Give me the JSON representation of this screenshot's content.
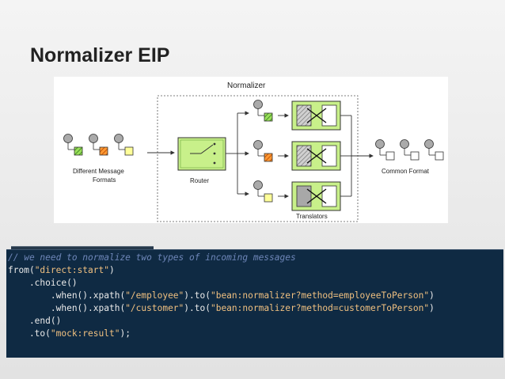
{
  "slide": {
    "title": "Normalizer EIP"
  },
  "diagram": {
    "normalizer_label": "Normalizer",
    "left_label_line1": "Different Message",
    "left_label_line2": "Formats",
    "router_label": "Router",
    "translators_label": "Translators",
    "right_label": "Common Format"
  },
  "code": {
    "line1": "// we need to normalize two types of incoming messages",
    "line2_a": "from(",
    "line2_b": "\"direct:start\"",
    "line2_c": ")",
    "line3": "    .choice()",
    "line4_a": "        .when().xpath(",
    "line4_b": "\"/employee\"",
    "line4_c": ").to(",
    "line4_d": "\"bean:normalizer?method=employeeToPerson\"",
    "line4_e": ")",
    "line5_a": "        .when().xpath(",
    "line5_b": "\"/customer\"",
    "line5_c": ").to(",
    "line5_d": "\"bean:normalizer?method=customerToPerson\"",
    "line5_e": ")",
    "line6": "    .end()",
    "line7_a": "    .to(",
    "line7_b": "\"mock:result\"",
    "line7_c": ");"
  },
  "colors": {
    "green_box": "#c8f08a",
    "orange_box": "#ff9933",
    "yellow_box": "#ffff99",
    "code_bg": "#0f2a43"
  }
}
